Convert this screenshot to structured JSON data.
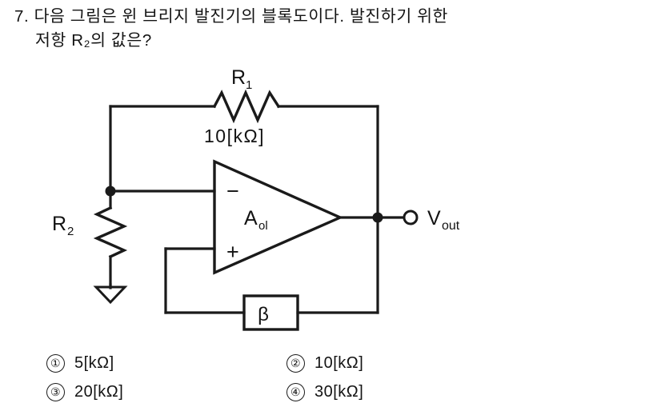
{
  "question": {
    "number": "7.",
    "line1": "7. 다음 그림은 윈 브리지 발진기의 블록도이다. 발진하기 위한",
    "line2": "저항 R₂의 값은?"
  },
  "figure": {
    "caption_labels": {
      "r1_label": "R",
      "r1_sub": "1",
      "r1_value": "10[kΩ]",
      "r2_label": "R",
      "r2_sub": "2",
      "opamp_label": "A",
      "opamp_sub": "ol",
      "opamp_minus": "−",
      "opamp_plus": "+",
      "beta_label": "β",
      "vout_label": "V",
      "vout_sub": "out"
    },
    "colors": {
      "wire": "#1a1a1a",
      "background": "#ffffff",
      "text": "#131313"
    }
  },
  "choices": [
    {
      "marker": "①",
      "text": "5[kΩ]"
    },
    {
      "marker": "②",
      "text": "10[kΩ]"
    },
    {
      "marker": "③",
      "text": "20[kΩ]"
    },
    {
      "marker": "④",
      "text": "30[kΩ]"
    }
  ]
}
